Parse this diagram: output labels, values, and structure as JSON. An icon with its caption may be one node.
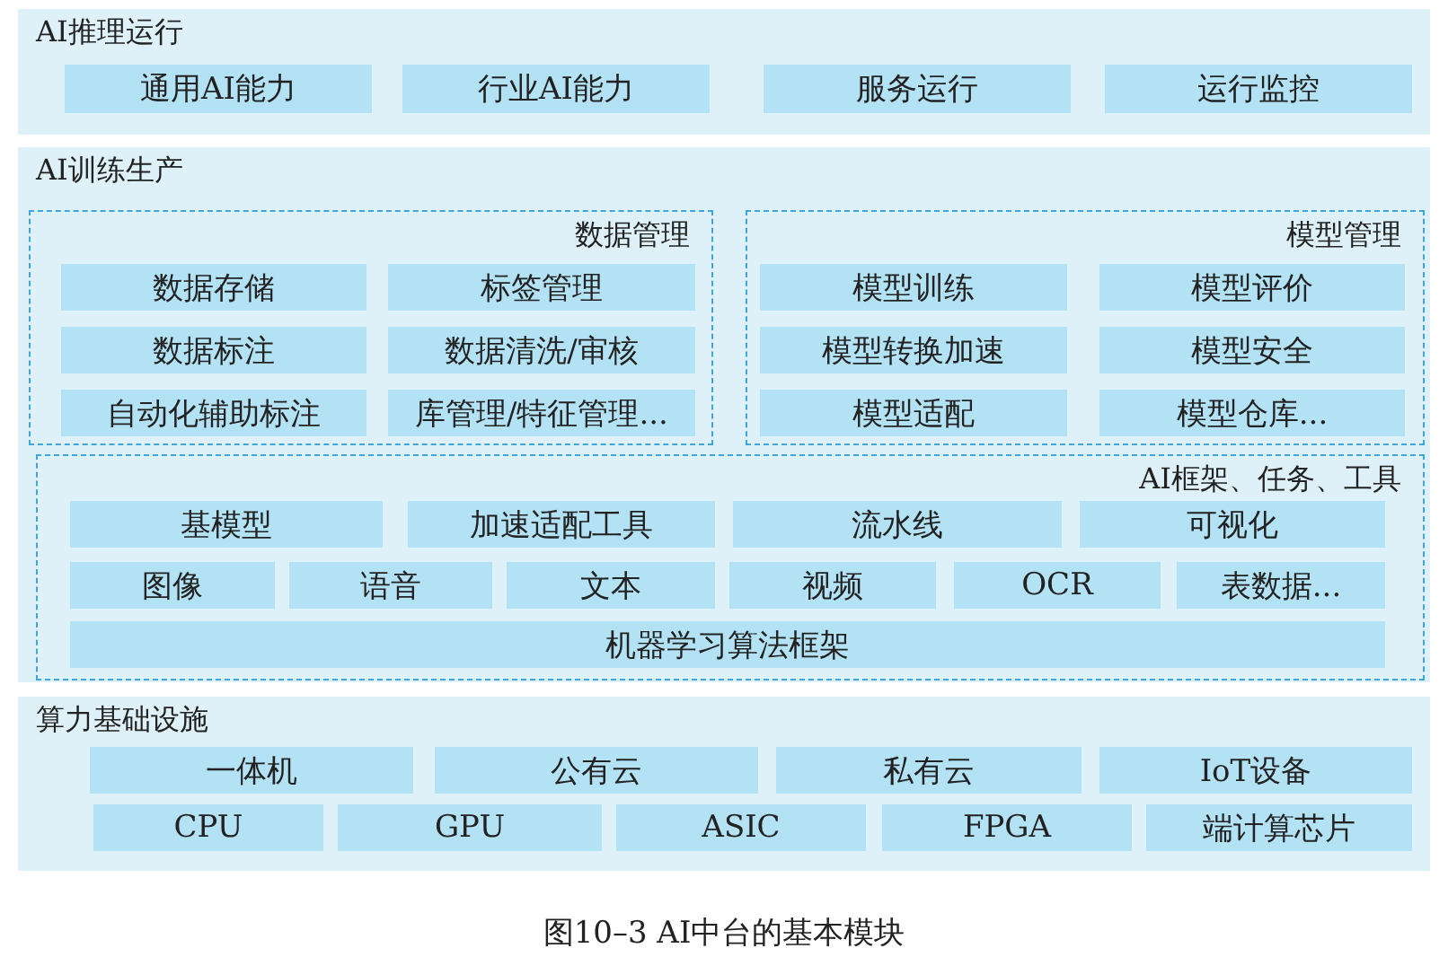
{
  "diagram": {
    "caption": "图10–3 AI中台的基本模块",
    "nodes": [
      {
        "text": [
          "AI推理运行"
        ]
      },
      {
        "text": [
          "通用AI能力"
        ],
        "in": 0
      },
      {
        "text": [
          "行业AI能力"
        ],
        "in": 0
      },
      {
        "text": [
          "服务运行"
        ],
        "in": 0
      },
      {
        "text": [
          "运行监控"
        ],
        "in": 0
      },
      {
        "text": [
          "AI训练生产"
        ]
      },
      {
        "text": [
          "数据管理"
        ],
        "in": 5
      },
      {
        "text": [
          "数据存储"
        ],
        "in": 6
      },
      {
        "text": [
          "标签管理"
        ],
        "in": 6
      },
      {
        "text": [
          "数据标注"
        ],
        "in": 6
      },
      {
        "text": [
          "数据清洗/审核"
        ],
        "in": 6
      },
      {
        "text": [
          "自动化辅助标注"
        ],
        "in": 6
      },
      {
        "text": [
          "库管理/特征管理..."
        ],
        "in": 6
      },
      {
        "text": [
          "模型管理"
        ],
        "in": 5
      },
      {
        "text": [
          "模型训练"
        ],
        "in": 13
      },
      {
        "text": [
          "模型评价"
        ],
        "in": 13
      },
      {
        "text": [
          "模型转换加速"
        ],
        "in": 13
      },
      {
        "text": [
          "模型安全"
        ],
        "in": 13
      },
      {
        "text": [
          "模型适配"
        ],
        "in": 13
      },
      {
        "text": [
          "模型仓库..."
        ],
        "in": 13
      },
      {
        "text": [
          "AI框架、任务、工具"
        ],
        "in": 5
      },
      {
        "text": [
          "基模型"
        ],
        "in": 20
      },
      {
        "text": [
          "加速适配工具"
        ],
        "in": 20
      },
      {
        "text": [
          "流水线"
        ],
        "in": 20
      },
      {
        "text": [
          "可视化"
        ],
        "in": 20
      },
      {
        "text": [
          "图像"
        ],
        "in": 20
      },
      {
        "text": [
          "语音"
        ],
        "in": 20
      },
      {
        "text": [
          "文本"
        ],
        "in": 20
      },
      {
        "text": [
          "视频"
        ],
        "in": 20
      },
      {
        "text": [
          "OCR"
        ],
        "in": 20
      },
      {
        "text": [
          "表数据..."
        ],
        "in": 20
      },
      {
        "text": [
          "机器学习算法框架"
        ],
        "in": 20
      },
      {
        "text": [
          "算力基础设施"
        ]
      },
      {
        "text": [
          "一体机"
        ],
        "in": 32
      },
      {
        "text": [
          "公有云"
        ],
        "in": 32
      },
      {
        "text": [
          "私有云"
        ],
        "in": 32
      },
      {
        "text": [
          "IoT设备"
        ],
        "in": 32
      },
      {
        "text": [
          "CPU"
        ],
        "in": 32
      },
      {
        "text": [
          "GPU"
        ],
        "in": 32
      },
      {
        "text": [
          "ASIC"
        ],
        "in": 32
      },
      {
        "text": [
          "FPGA"
        ],
        "in": 32
      },
      {
        "text": [
          "端计算芯片"
        ],
        "in": 32
      }
    ]
  }
}
